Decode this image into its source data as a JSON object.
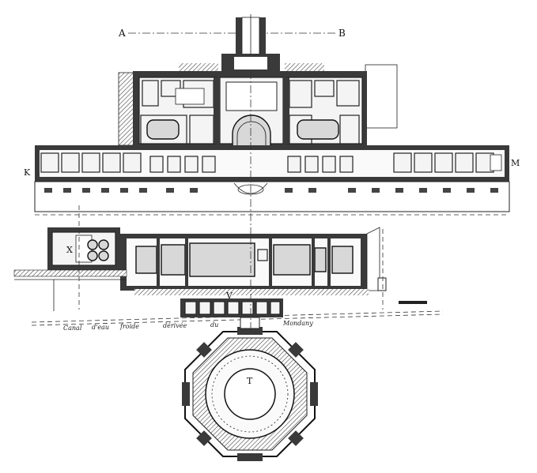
{
  "section_markers": {
    "a": "A",
    "b": "B",
    "k": "K",
    "m": "M"
  },
  "room_letters": {
    "x": "X",
    "v": "V",
    "t": "T"
  },
  "canal_caption": {
    "w1": "Canal",
    "w2": "d'eau",
    "w3": "froide",
    "w4": "dérivée",
    "w5": "du",
    "w6": "Mondany"
  },
  "colors": {
    "ink": "#222222",
    "wall": "#3a3a3a",
    "paper": "#ffffff"
  }
}
